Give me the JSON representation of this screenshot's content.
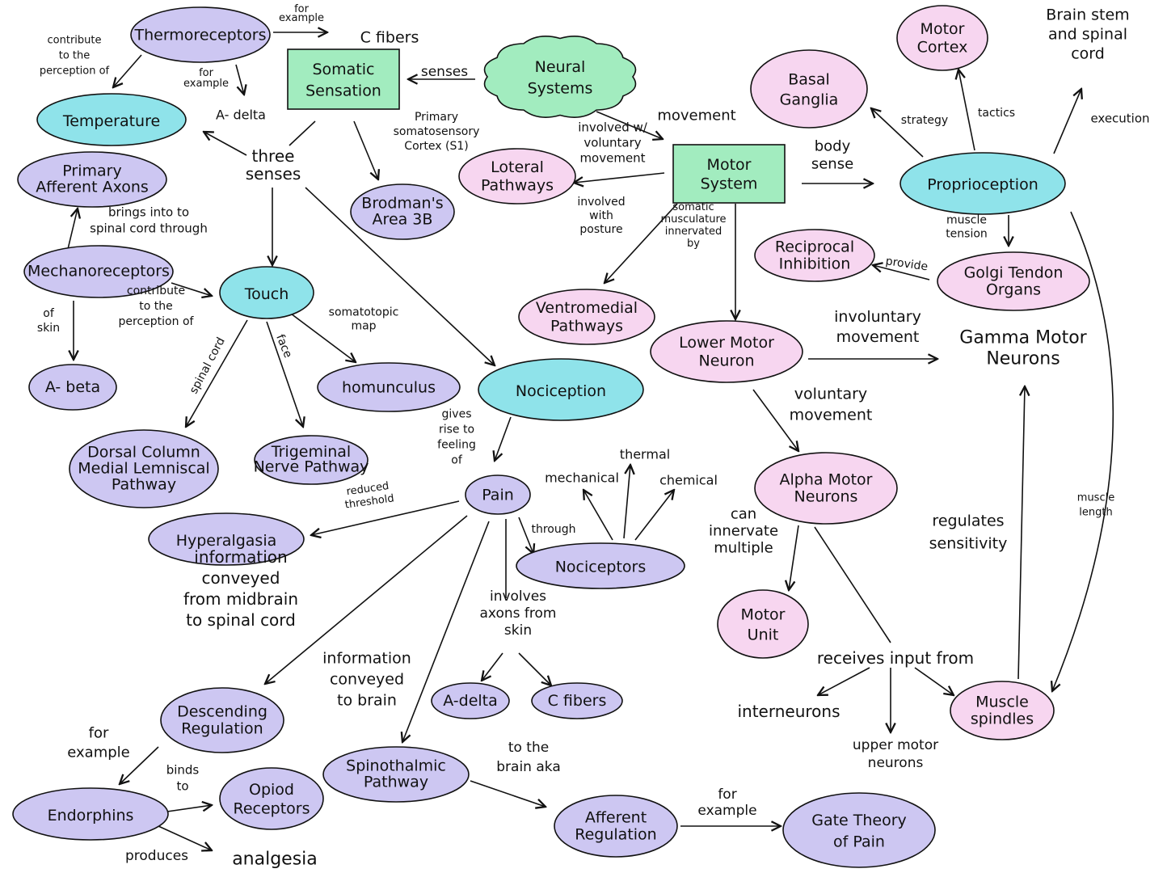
{
  "colors": {
    "purple": "#cdc7f2",
    "pink": "#f7d6f0",
    "cyan": "#8fe3ea",
    "green": "#a2ecbf",
    "stroke": "#111111"
  },
  "nodes": [
    {
      "id": "thermoreceptors",
      "lines": [
        "Thermoreceptors"
      ],
      "shape": "ellipse",
      "color": "purple"
    },
    {
      "id": "temperature",
      "lines": [
        "Temperature"
      ],
      "shape": "ellipse",
      "color": "cyan"
    },
    {
      "id": "primary-afferent",
      "lines": [
        "Primary",
        "Afferent Axons"
      ],
      "shape": "ellipse",
      "color": "purple"
    },
    {
      "id": "mechanoreceptors",
      "lines": [
        "Mechanoreceptors"
      ],
      "shape": "ellipse",
      "color": "purple"
    },
    {
      "id": "a-beta",
      "lines": [
        "A- beta"
      ],
      "shape": "ellipse",
      "color": "purple"
    },
    {
      "id": "somatic-sensation",
      "lines": [
        "Somatic",
        "Sensation"
      ],
      "shape": "rect",
      "color": "green"
    },
    {
      "id": "neural-systems",
      "lines": [
        "Neural",
        "Systems"
      ],
      "shape": "cloud",
      "color": "green"
    },
    {
      "id": "touch",
      "lines": [
        "Touch"
      ],
      "shape": "ellipse",
      "color": "cyan"
    },
    {
      "id": "brodmans",
      "lines": [
        "Brodman's",
        "Area 3B"
      ],
      "shape": "ellipse",
      "color": "purple"
    },
    {
      "id": "homunculus",
      "lines": [
        "homunculus"
      ],
      "shape": "ellipse",
      "color": "purple"
    },
    {
      "id": "dorsal-column",
      "lines": [
        "Dorsal Column",
        "Medial Lemniscal",
        "Pathway"
      ],
      "shape": "ellipse",
      "color": "purple"
    },
    {
      "id": "trigeminal",
      "lines": [
        "Trigeminal",
        "Nerve Pathway"
      ],
      "shape": "ellipse",
      "color": "purple"
    },
    {
      "id": "nociception",
      "lines": [
        "Nociception"
      ],
      "shape": "ellipse",
      "color": "cyan"
    },
    {
      "id": "pain",
      "lines": [
        "Pain"
      ],
      "shape": "ellipse",
      "color": "purple"
    },
    {
      "id": "hyperalgasia",
      "lines": [
        "Hyperalgasia"
      ],
      "shape": "ellipse",
      "color": "purple"
    },
    {
      "id": "nociceptors",
      "lines": [
        "Nociceptors"
      ],
      "shape": "ellipse",
      "color": "purple"
    },
    {
      "id": "a-delta-2",
      "lines": [
        "A-delta"
      ],
      "shape": "ellipse",
      "color": "purple"
    },
    {
      "id": "c-fibers-2",
      "lines": [
        "C fibers"
      ],
      "shape": "ellipse",
      "color": "purple"
    },
    {
      "id": "descending",
      "lines": [
        "Descending",
        "Regulation"
      ],
      "shape": "ellipse",
      "color": "purple"
    },
    {
      "id": "endorphins",
      "lines": [
        "Endorphins"
      ],
      "shape": "ellipse",
      "color": "purple"
    },
    {
      "id": "opiod",
      "lines": [
        "Opiod",
        "Receptors"
      ],
      "shape": "ellipse",
      "color": "purple"
    },
    {
      "id": "spinothalmic",
      "lines": [
        "Spinothalmic",
        "Pathway"
      ],
      "shape": "ellipse",
      "color": "purple"
    },
    {
      "id": "afferent-reg",
      "lines": [
        "Afferent",
        "Regulation"
      ],
      "shape": "ellipse",
      "color": "purple"
    },
    {
      "id": "gate-theory",
      "lines": [
        "Gate Theory",
        "of Pain"
      ],
      "shape": "ellipse",
      "color": "purple"
    },
    {
      "id": "motor-system",
      "lines": [
        "Motor",
        "System"
      ],
      "shape": "rect",
      "color": "green"
    },
    {
      "id": "lateral",
      "lines": [
        "Loteral",
        "Pathways"
      ],
      "shape": "ellipse",
      "color": "pink"
    },
    {
      "id": "ventromedial",
      "lines": [
        "Ventromedial",
        "Pathways"
      ],
      "shape": "ellipse",
      "color": "pink"
    },
    {
      "id": "lower-motor",
      "lines": [
        "Lower Motor",
        "Neuron"
      ],
      "shape": "ellipse",
      "color": "pink"
    },
    {
      "id": "alpha-motor",
      "lines": [
        "Alpha Motor",
        "Neurons"
      ],
      "shape": "ellipse",
      "color": "pink"
    },
    {
      "id": "motor-unit",
      "lines": [
        "Motor",
        "Unit"
      ],
      "shape": "ellipse",
      "color": "pink"
    },
    {
      "id": "muscle-spindles",
      "lines": [
        "Muscle",
        "spindles"
      ],
      "shape": "ellipse",
      "color": "pink"
    },
    {
      "id": "basal-ganglia",
      "lines": [
        "Basal",
        "Ganglia"
      ],
      "shape": "ellipse",
      "color": "pink"
    },
    {
      "id": "motor-cortex",
      "lines": [
        "Motor",
        "Cortex"
      ],
      "shape": "ellipse",
      "color": "pink"
    },
    {
      "id": "proprioception",
      "lines": [
        "Proprioception"
      ],
      "shape": "ellipse",
      "color": "cyan"
    },
    {
      "id": "reciprocal",
      "lines": [
        "Reciprocal",
        "Inhibition"
      ],
      "shape": "ellipse",
      "color": "pink"
    },
    {
      "id": "golgi",
      "lines": [
        "Golgi Tendon",
        "Organs"
      ],
      "shape": "ellipse",
      "color": "pink"
    }
  ],
  "labels": [
    {
      "id": "for-example-1",
      "lines": [
        "for",
        "example"
      ]
    },
    {
      "id": "c-fibers-1",
      "lines": [
        "C fibers"
      ]
    },
    {
      "id": "contribute-1",
      "lines": [
        "contribute",
        "to the",
        "perception of"
      ]
    },
    {
      "id": "for-example-2",
      "lines": [
        "for",
        "example"
      ]
    },
    {
      "id": "a-delta-1",
      "lines": [
        "A- delta"
      ]
    },
    {
      "id": "senses",
      "lines": [
        "senses"
      ]
    },
    {
      "id": "three-senses",
      "lines": [
        "three",
        "senses"
      ]
    },
    {
      "id": "primary-s1",
      "lines": [
        "Primary",
        "somatosensory",
        "Cortex (S1)"
      ]
    },
    {
      "id": "brings-into",
      "lines": [
        "brings into to",
        "spinal cord through"
      ]
    },
    {
      "id": "contribute-2",
      "lines": [
        "contribute",
        "to the",
        "perception of"
      ]
    },
    {
      "id": "of-skin",
      "lines": [
        "of",
        "skin"
      ]
    },
    {
      "id": "spinal-cord",
      "lines": [
        "spinal cord"
      ]
    },
    {
      "id": "face",
      "lines": [
        "face"
      ]
    },
    {
      "id": "somatotopic",
      "lines": [
        "somatotopic",
        "map"
      ]
    },
    {
      "id": "gives-rise",
      "lines": [
        "gives",
        "rise to",
        "feeling",
        "of"
      ]
    },
    {
      "id": "reduced",
      "lines": [
        "reduced",
        "threshold"
      ]
    },
    {
      "id": "through",
      "lines": [
        "through"
      ]
    },
    {
      "id": "thermal",
      "lines": [
        "thermal"
      ]
    },
    {
      "id": "mechanical",
      "lines": [
        "mechanical"
      ]
    },
    {
      "id": "chemical",
      "lines": [
        "chemical"
      ]
    },
    {
      "id": "info-midbrain",
      "lines": [
        "information",
        "conveyed",
        "from midbrain",
        "to spinal cord"
      ]
    },
    {
      "id": "involves-axons",
      "lines": [
        "involves",
        "axons from",
        "skin"
      ]
    },
    {
      "id": "info-brain",
      "lines": [
        "information",
        "conveyed",
        "to brain"
      ]
    },
    {
      "id": "for-example-3",
      "lines": [
        "for",
        "example"
      ]
    },
    {
      "id": "binds-to",
      "lines": [
        "binds",
        "to"
      ]
    },
    {
      "id": "produces",
      "lines": [
        "produces"
      ]
    },
    {
      "id": "analgesia",
      "lines": [
        "analgesia"
      ]
    },
    {
      "id": "to-brain-aka",
      "lines": [
        "to the",
        "brain aka"
      ]
    },
    {
      "id": "for-example-4",
      "lines": [
        "for",
        "example"
      ]
    },
    {
      "id": "movement",
      "lines": [
        "movement"
      ]
    },
    {
      "id": "involved-voluntary",
      "lines": [
        "involved w/",
        "voluntary",
        "movement"
      ]
    },
    {
      "id": "involved-posture",
      "lines": [
        "involved",
        "with",
        "posture"
      ]
    },
    {
      "id": "somatic-musc",
      "lines": [
        "somatic",
        "musculature",
        "innervated",
        "by"
      ]
    },
    {
      "id": "body-sense",
      "lines": [
        "body",
        "sense"
      ]
    },
    {
      "id": "involuntary",
      "lines": [
        "involuntary",
        "movement"
      ]
    },
    {
      "id": "gamma-motor",
      "lines": [
        "Gamma Motor",
        "Neurons"
      ]
    },
    {
      "id": "voluntary",
      "lines": [
        "voluntary",
        "movement"
      ]
    },
    {
      "id": "can-innervate",
      "lines": [
        "can",
        "innervate",
        "multiple"
      ]
    },
    {
      "id": "receives-input",
      "lines": [
        "receives input from"
      ]
    },
    {
      "id": "interneurons",
      "lines": [
        "interneurons"
      ]
    },
    {
      "id": "upper-motor",
      "lines": [
        "upper motor",
        "neurons"
      ]
    },
    {
      "id": "regulates",
      "lines": [
        "regulates",
        "sensitivity"
      ]
    },
    {
      "id": "muscle-length",
      "lines": [
        "muscle",
        "length"
      ]
    },
    {
      "id": "strategy",
      "lines": [
        "strategy"
      ]
    },
    {
      "id": "tactics",
      "lines": [
        "tactics"
      ]
    },
    {
      "id": "brain-stem",
      "lines": [
        "Brain stem",
        "and spinal",
        "cord"
      ]
    },
    {
      "id": "execution",
      "lines": [
        "execution"
      ]
    },
    {
      "id": "muscle-tension",
      "lines": [
        "muscle",
        "tension"
      ]
    },
    {
      "id": "provide",
      "lines": [
        "provide"
      ]
    }
  ]
}
